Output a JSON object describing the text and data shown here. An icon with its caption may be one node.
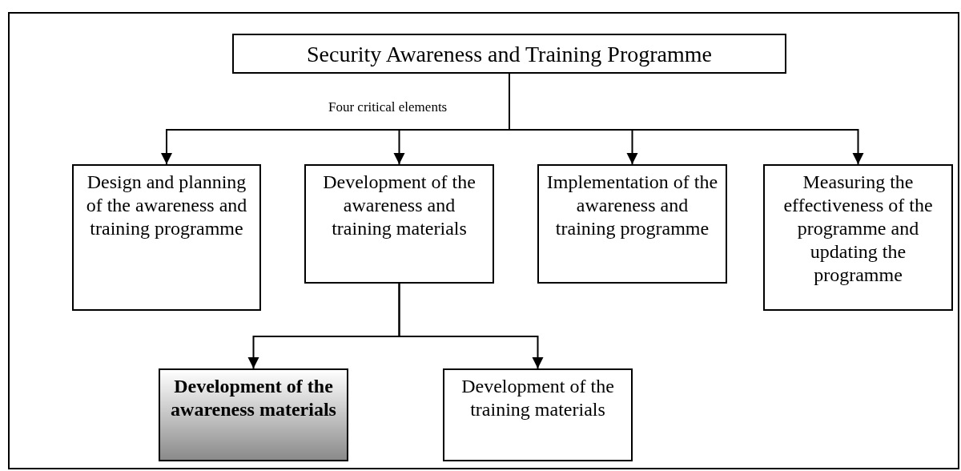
{
  "diagram": {
    "nodes": [
      {
        "text": [
          "Security Awareness and Training Programme"
        ]
      },
      {
        "text": [
          "Design and planning of the awareness and training programme"
        ]
      },
      {
        "text": [
          "Development of the awareness and training materials"
        ]
      },
      {
        "text": [
          "Implementation of the awareness and training programme"
        ]
      },
      {
        "text": [
          "Measuring the effectiveness of the programme and updating the programme"
        ]
      },
      {
        "text": [
          "Development of the awareness materials"
        ]
      },
      {
        "text": [
          "Development of the training materials"
        ]
      }
    ],
    "edges": [
      {
        "from": 0,
        "to": 1,
        "arrow": "to"
      },
      {
        "from": 0,
        "to": 2,
        "arrow": "to"
      },
      {
        "from": 0,
        "to": 3,
        "arrow": "to"
      },
      {
        "from": 0,
        "to": 4,
        "arrow": "to"
      },
      {
        "from": 2,
        "to": 5,
        "arrow": "to"
      },
      {
        "from": 2,
        "to": 6,
        "arrow": "to"
      }
    ],
    "labels": [
      "Four critical elements"
    ]
  }
}
